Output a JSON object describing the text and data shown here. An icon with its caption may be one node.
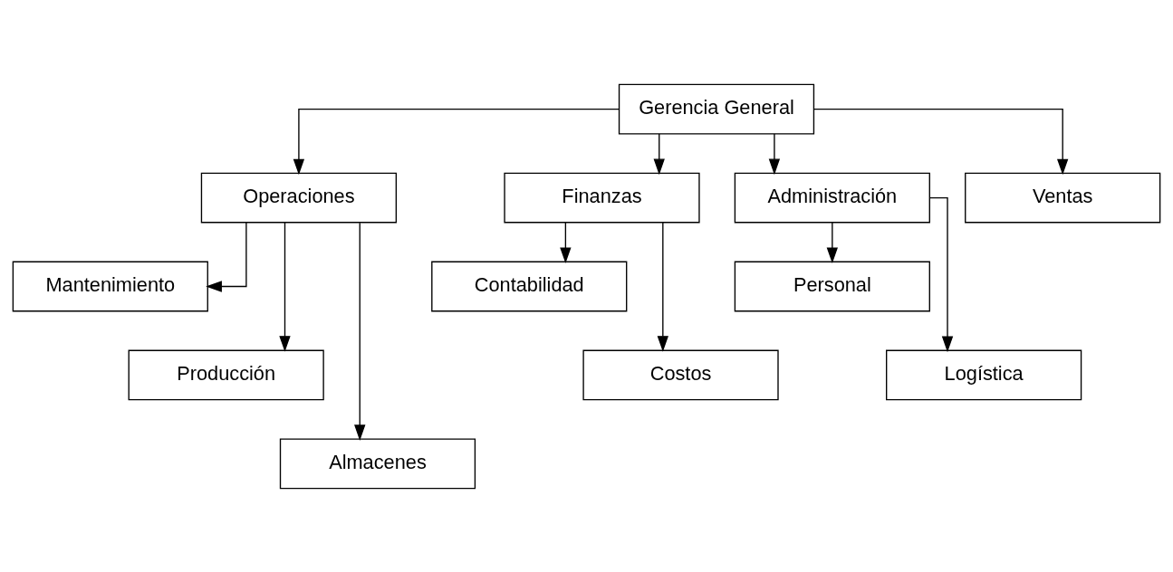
{
  "diagram": {
    "nodes": [
      {
        "text": [
          "Gerencia General"
        ]
      },
      {
        "text": [
          "Operaciones"
        ]
      },
      {
        "text": [
          "Finanzas"
        ]
      },
      {
        "text": [
          "Administración"
        ]
      },
      {
        "text": [
          "Ventas"
        ]
      },
      {
        "text": [
          "Mantenimiento"
        ]
      },
      {
        "text": [
          "Producción"
        ]
      },
      {
        "text": [
          "Almacenes"
        ]
      },
      {
        "text": [
          "Contabilidad"
        ]
      },
      {
        "text": [
          "Costos"
        ]
      },
      {
        "text": [
          "Personal"
        ]
      },
      {
        "text": [
          "Logística"
        ]
      }
    ],
    "edges": [
      {
        "from": 0,
        "to": 1,
        "arrow": "to"
      },
      {
        "from": 0,
        "to": 2,
        "arrow": "to"
      },
      {
        "from": 0,
        "to": 3,
        "arrow": "to"
      },
      {
        "from": 0,
        "to": 4,
        "arrow": "to"
      },
      {
        "from": 1,
        "to": 5,
        "arrow": "to"
      },
      {
        "from": 1,
        "to": 6,
        "arrow": "to"
      },
      {
        "from": 1,
        "to": 7,
        "arrow": "to"
      },
      {
        "from": 2,
        "to": 8,
        "arrow": "to"
      },
      {
        "from": 2,
        "to": 9,
        "arrow": "to"
      },
      {
        "from": 3,
        "to": 10,
        "arrow": "to"
      },
      {
        "from": 3,
        "to": 11,
        "arrow": "to"
      }
    ]
  }
}
